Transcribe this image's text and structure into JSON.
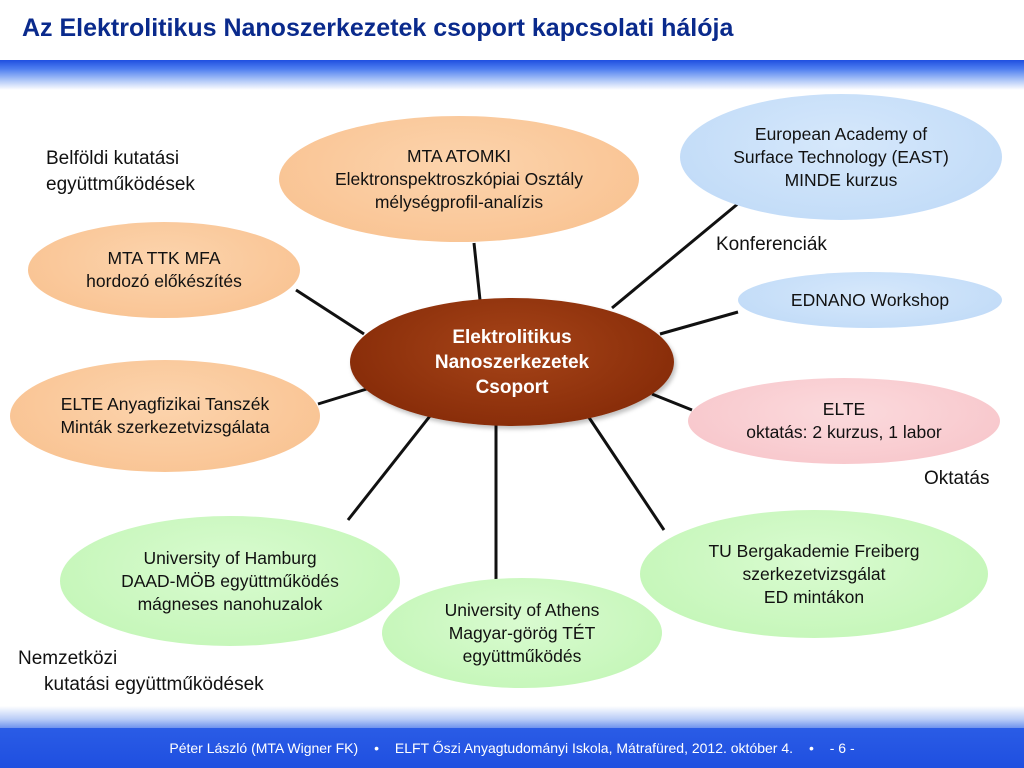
{
  "title": "Az Elektrolitikus Nanoszerkezetek csoport kapcsolati hálója",
  "hub": {
    "lines": [
      "Elektrolitikus",
      "Nanoszerkezetek",
      "Csoport"
    ],
    "color": "#8a2e0a"
  },
  "nodes": [
    {
      "id": "atomki",
      "lines": [
        "MTA ATOMKI",
        "Elektronspektroszkópiai Osztály",
        "mélységprofil-analízis"
      ],
      "color": "#f8bf8c"
    },
    {
      "id": "ttk",
      "lines": [
        "MTA TTK MFA",
        "hordozó előkészítés"
      ],
      "color": "#f8bf8c"
    },
    {
      "id": "elte-anyag",
      "lines": [
        "ELTE Anyagfizikai Tanszék",
        "Minták szerkezetvizsgálata"
      ],
      "color": "#f8bf8c"
    },
    {
      "id": "east",
      "lines": [
        "European Academy of",
        "Surface Technology (EAST)",
        "MINDE kurzus"
      ],
      "color": "#bcd8f7"
    },
    {
      "id": "ednano",
      "lines": [
        "EDNANO Workshop"
      ],
      "color": "#bcd8f7"
    },
    {
      "id": "elte-oktatas",
      "lines": [
        "ELTE",
        "oktatás: 2 kurzus, 1 labor"
      ],
      "color": "#f7c2c7"
    },
    {
      "id": "hamburg",
      "lines": [
        "University of Hamburg",
        "DAAD-MÖB együttműködés",
        "mágneses nanohuzalok"
      ],
      "color": "#bff5b2"
    },
    {
      "id": "athens",
      "lines": [
        "University of Athens",
        "Magyar-görög TÉT",
        "együttműködés"
      ],
      "color": "#bff5b2"
    },
    {
      "id": "freiberg",
      "lines": [
        "TU Bergakademie Freiberg",
        "szerkezetvizsgálat",
        "ED mintákon"
      ],
      "color": "#bff5b2"
    }
  ],
  "group_labels": {
    "domestic": [
      "Belföldi kutatási",
      "együttműködések"
    ],
    "conferences": [
      "Konferenciák"
    ],
    "education": [
      "Oktatás"
    ],
    "international": [
      "Nemzetközi",
      "kutatási együttműködések"
    ]
  },
  "footer": {
    "author": "Péter László (MTA Wigner FK)",
    "event": "ELFT Őszi Anyagtudományi Iskola, Mátrafüred, 2012. október 4.",
    "page": "- 6 -",
    "separator": "•"
  }
}
